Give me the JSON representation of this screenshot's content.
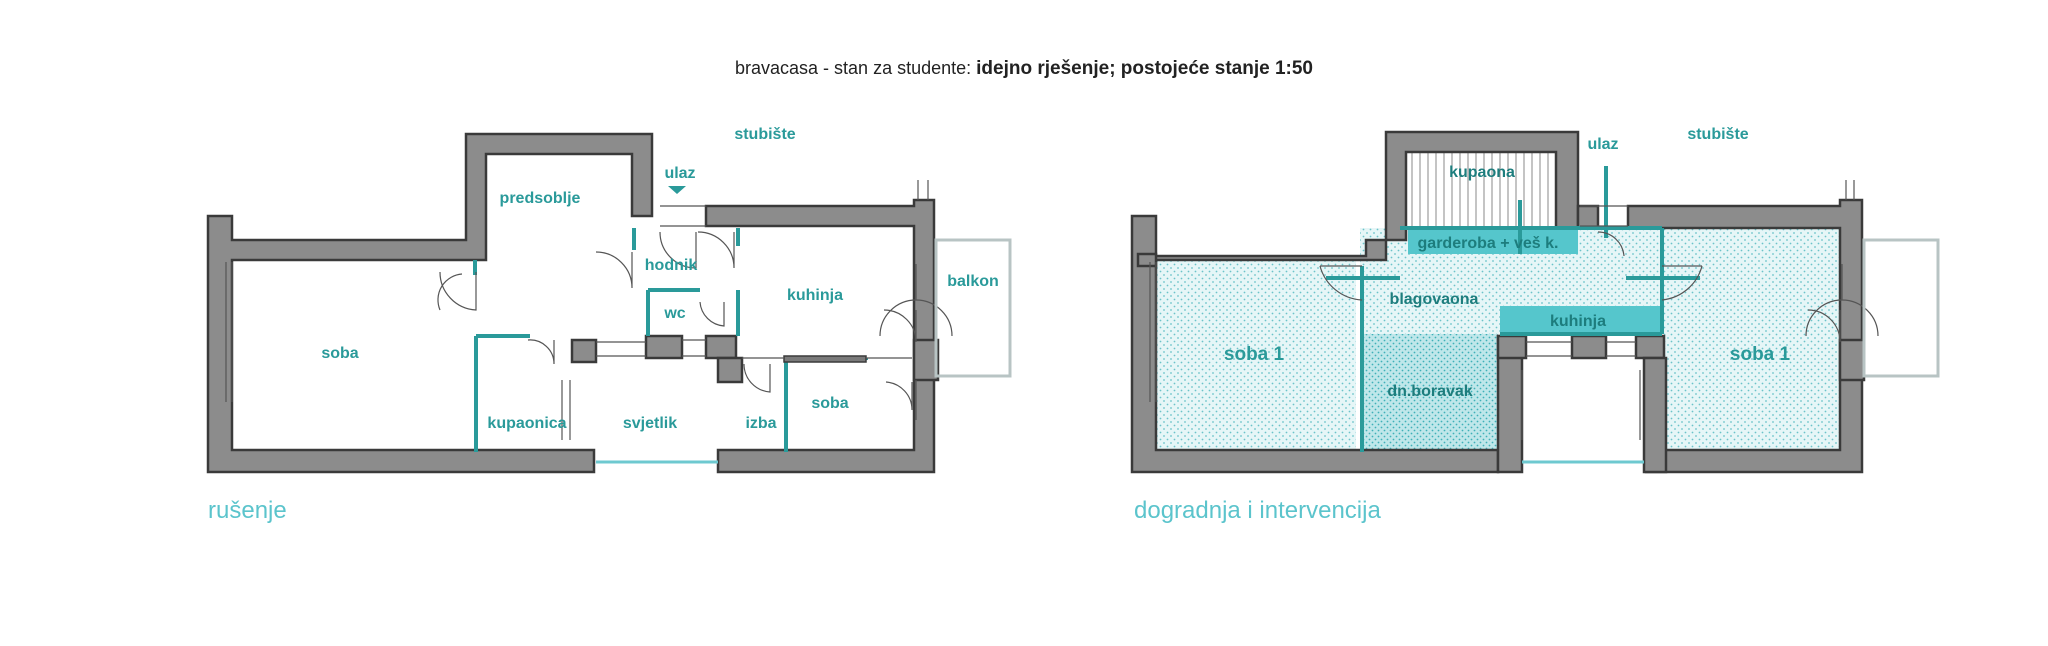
{
  "title": {
    "prefix": "bravacasa - stan za studente:",
    "main": "idejno rješenje; postojeće stanje  1:50"
  },
  "left_plan": {
    "caption": "rušenje",
    "rooms": {
      "stubiste": "stubište",
      "ulaz": "ulaz",
      "predsoblje": "predsoblje",
      "hodnik": "hodnik",
      "wc": "wc",
      "kuhinja": "kuhinja",
      "balkon": "balkon",
      "soba_big": "soba",
      "kupaonica": "kupaonica",
      "svjetlik": "svjetlik",
      "izba": "izba",
      "soba_small": "soba"
    }
  },
  "right_plan": {
    "caption": "dogradnja i intervencija",
    "rooms": {
      "kupaona": "kupaona",
      "ulaz": "ulaz",
      "stubiste": "stubište",
      "garderoba": "garderoba + veš  k.",
      "blagovaona": "blagovaona",
      "kuhinja": "kuhinja",
      "soba1_left": "soba 1",
      "soba1_right": "soba 1",
      "dn_boravak": "dn.boravak"
    }
  },
  "colors": {
    "teal": "#2a9a9a",
    "teal_fill": "#c9ecef",
    "teal_strong": "#55c6cc",
    "wall": "#8c8c8c"
  }
}
